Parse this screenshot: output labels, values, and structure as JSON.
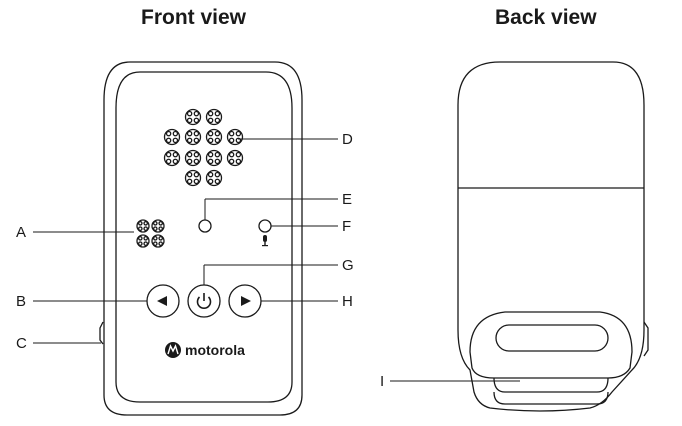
{
  "titles": {
    "front": "Front view",
    "back": "Back view"
  },
  "callouts": {
    "A": "A",
    "B": "B",
    "C": "C",
    "D": "D",
    "E": "E",
    "F": "F",
    "G": "G",
    "H": "H",
    "I": "I"
  },
  "brand": {
    "logo_text": "motorola"
  },
  "icons": {
    "speaker": "speaker-grille-icon",
    "mic": "microphone-icon",
    "power": "power-icon",
    "left": "left-arrow-icon",
    "right": "right-arrow-icon"
  },
  "colors": {
    "stroke": "#1a1a1a",
    "background": "#ffffff"
  }
}
